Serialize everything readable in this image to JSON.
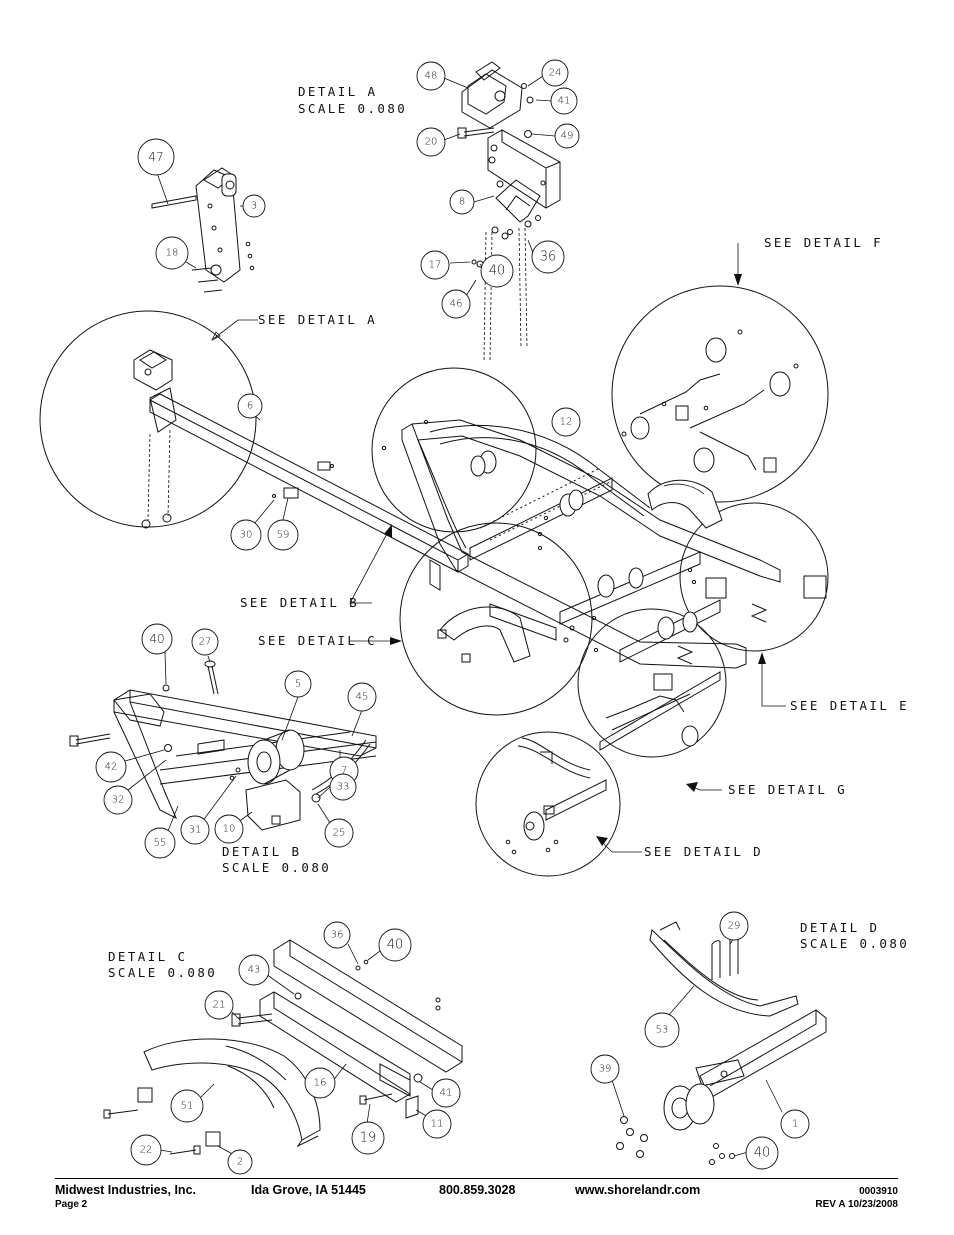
{
  "details": {
    "a": {
      "title": "DETAIL  A",
      "scale": "SCALE  0.080"
    },
    "b": {
      "title": "DETAIL  B",
      "scale": "SCALE  0.080"
    },
    "c": {
      "title": "DETAIL  C",
      "scale": "SCALE  0.080"
    },
    "d": {
      "title": "DETAIL  D",
      "scale": "SCALE  0.080"
    }
  },
  "references": {
    "see_a": "SEE DETAIL  A",
    "see_b": "SEE DETAIL  B",
    "see_c": "SEE DETAIL  C",
    "see_d": "SEE DETAIL  D",
    "see_e": "SEE DETAIL  E",
    "see_f": "SEE DETAIL  F",
    "see_g": "SEE DETAIL  G"
  },
  "callouts": [
    "48",
    "24",
    "41",
    "20",
    "49",
    "8",
    "17",
    "40",
    "36",
    "46",
    "47",
    "3",
    "18",
    "6",
    "12",
    "30",
    "59",
    "40",
    "27",
    "5",
    "45",
    "42",
    "32",
    "7",
    "33",
    "25",
    "31",
    "10",
    "55",
    "36",
    "40",
    "43",
    "21",
    "16",
    "41",
    "51",
    "19",
    "11",
    "22",
    "2",
    "29",
    "53",
    "39",
    "1",
    "40"
  ],
  "footer": {
    "company": "Midwest Industries, Inc.",
    "city": "Ida Grove, IA  51445",
    "phone": "800.859.3028",
    "website": "www.shorelandr.com",
    "doc_number": "0003910",
    "page": "Page 2",
    "revision": "REV A  10/23/2008"
  }
}
